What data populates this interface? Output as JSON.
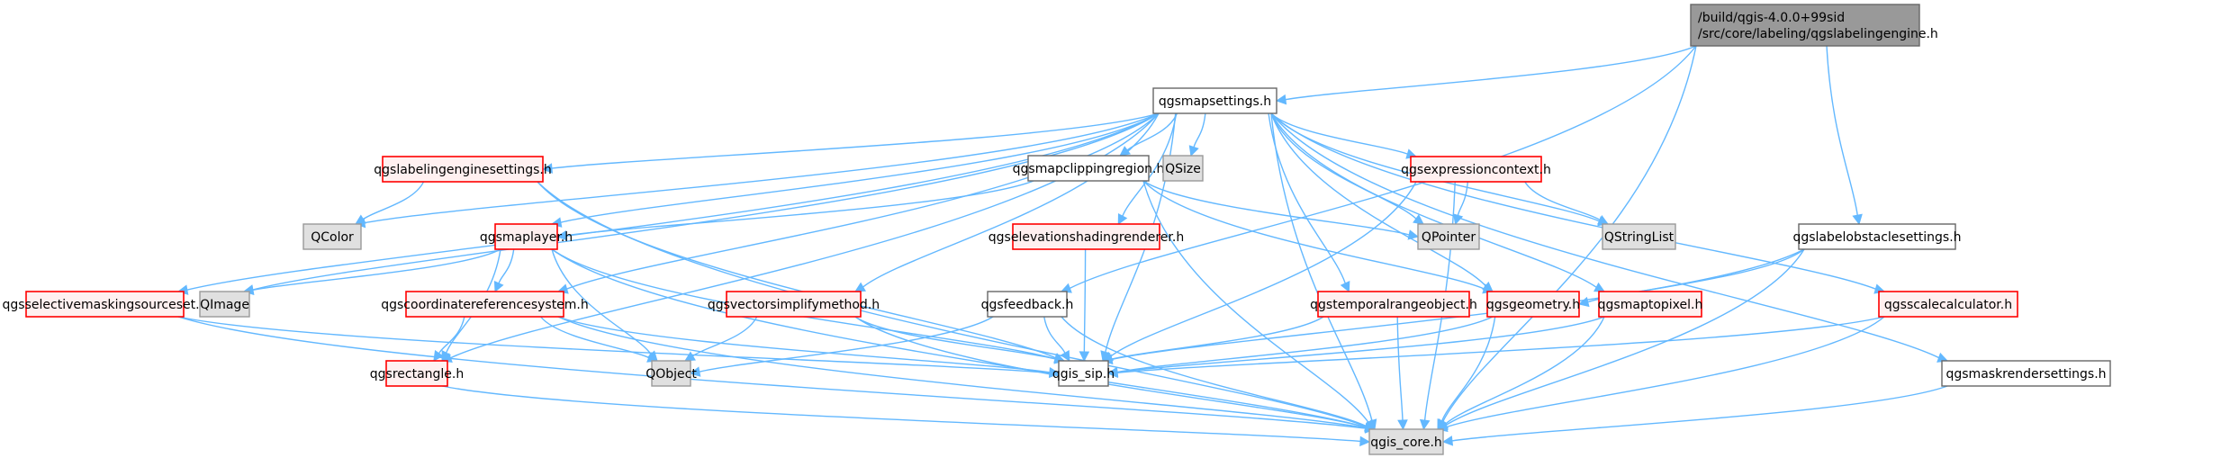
{
  "title": "Include dependency graph for qgslabelingengine.h",
  "styles": {
    "root": {
      "fill": "#999999",
      "stroke": "#666666"
    },
    "plain": {
      "fill": "#ffffff",
      "stroke": "#666666"
    },
    "external": {
      "fill": "#e0e0e0",
      "stroke": "#999999"
    },
    "missing": {
      "fill": "#fff0f0",
      "stroke": "#ff0000"
    },
    "edge_color": "#63b8ff"
  },
  "nodes": [
    {
      "id": "root",
      "label": [
        "/build/qgis-4.0.0+99sid",
        "/src/core/labeling/qgslabelingengine.h"
      ],
      "kind": "root"
    },
    {
      "id": "qgsmapsettings",
      "label": [
        "qgsmapsettings.h"
      ],
      "kind": "plain"
    },
    {
      "id": "qgslabelingenginesettings",
      "label": [
        "qgslabelingenginesettings.h"
      ],
      "kind": "missing"
    },
    {
      "id": "qgsmapclippingregion",
      "label": [
        "qgsmapclippingregion.h"
      ],
      "kind": "plain"
    },
    {
      "id": "QSize",
      "label": [
        "QSize"
      ],
      "kind": "external"
    },
    {
      "id": "qgsexpressioncontext",
      "label": [
        "qgsexpressioncontext.h"
      ],
      "kind": "missing"
    },
    {
      "id": "QColor",
      "label": [
        "QColor"
      ],
      "kind": "external"
    },
    {
      "id": "QPointer",
      "label": [
        "QPointer"
      ],
      "kind": "external"
    },
    {
      "id": "QStringList",
      "label": [
        "QStringList"
      ],
      "kind": "external"
    },
    {
      "id": "qgsmaplayer",
      "label": [
        "qgsmaplayer.h"
      ],
      "kind": "missing"
    },
    {
      "id": "qgselevationshadingrenderer",
      "label": [
        "qgselevationshadingrenderer.h"
      ],
      "kind": "missing"
    },
    {
      "id": "qgslabelobstaclesettings",
      "label": [
        "qgslabelobstaclesettings.h"
      ],
      "kind": "plain"
    },
    {
      "id": "qgsselectivemaskingsourceset",
      "label": [
        "qgsselectivemaskingsourceset.h"
      ],
      "kind": "missing"
    },
    {
      "id": "QImage",
      "label": [
        "QImage"
      ],
      "kind": "external"
    },
    {
      "id": "qgscoordinatereferencesystem",
      "label": [
        "qgscoordinatereferencesystem.h"
      ],
      "kind": "missing"
    },
    {
      "id": "qgsvectorsimplifymethod",
      "label": [
        "qgsvectorsimplifymethod.h"
      ],
      "kind": "missing"
    },
    {
      "id": "qgsfeedback",
      "label": [
        "qgsfeedback.h"
      ],
      "kind": "plain"
    },
    {
      "id": "qgstemporalrangeobject",
      "label": [
        "qgstemporalrangeobject.h"
      ],
      "kind": "missing"
    },
    {
      "id": "qgsgeometry",
      "label": [
        "qgsgeometry.h"
      ],
      "kind": "missing"
    },
    {
      "id": "qgsmaptopixel",
      "label": [
        "qgsmaptopixel.h"
      ],
      "kind": "missing"
    },
    {
      "id": "qgsscalecalculator",
      "label": [
        "qgsscalecalculator.h"
      ],
      "kind": "missing"
    },
    {
      "id": "qgsrectangle",
      "label": [
        "qgsrectangle.h"
      ],
      "kind": "missing"
    },
    {
      "id": "QObject",
      "label": [
        "QObject"
      ],
      "kind": "external"
    },
    {
      "id": "qgis_sip",
      "label": [
        "qgis_sip.h"
      ],
      "kind": "plain"
    },
    {
      "id": "qgsmaskrendersettings",
      "label": [
        "qgsmaskrendersettings.h"
      ],
      "kind": "plain"
    },
    {
      "id": "qgis_core",
      "label": [
        "qgis_core.h"
      ],
      "kind": "external"
    }
  ],
  "edges": [
    [
      "root",
      "qgsmapsettings"
    ],
    [
      "root",
      "qgsfeedback"
    ],
    [
      "root",
      "qgslabelobstaclesettings"
    ],
    [
      "root",
      "qgis_core"
    ],
    [
      "qgsmapsettings",
      "qgslabelingenginesettings"
    ],
    [
      "qgsmapsettings",
      "qgsmapclippingregion"
    ],
    [
      "qgsmapsettings",
      "QSize"
    ],
    [
      "qgsmapsettings",
      "qgsexpressioncontext"
    ],
    [
      "qgsmapsettings",
      "QColor"
    ],
    [
      "qgsmapsettings",
      "QPointer"
    ],
    [
      "qgsmapsettings",
      "QStringList"
    ],
    [
      "qgsmapsettings",
      "qgsmaplayer"
    ],
    [
      "qgsmapsettings",
      "qgselevationshadingrenderer"
    ],
    [
      "qgsmapsettings",
      "qgsselectivemaskingsourceset"
    ],
    [
      "qgsmapsettings",
      "QImage"
    ],
    [
      "qgsmapsettings",
      "qgscoordinatereferencesystem"
    ],
    [
      "qgsmapsettings",
      "qgsvectorsimplifymethod"
    ],
    [
      "qgsmapsettings",
      "qgstemporalrangeobject"
    ],
    [
      "qgsmapsettings",
      "qgsgeometry"
    ],
    [
      "qgsmapsettings",
      "qgsmaptopixel"
    ],
    [
      "qgsmapsettings",
      "qgsscalecalculator"
    ],
    [
      "qgsmapsettings",
      "qgsrectangle"
    ],
    [
      "qgsmapsettings",
      "qgis_sip"
    ],
    [
      "qgsmapsettings",
      "qgsmaskrendersettings"
    ],
    [
      "qgsmapsettings",
      "qgis_core"
    ],
    [
      "qgslabelingenginesettings",
      "QColor"
    ],
    [
      "qgslabelingenginesettings",
      "qgis_sip"
    ],
    [
      "qgslabelingenginesettings",
      "qgis_core"
    ],
    [
      "qgsmapclippingregion",
      "qgsmaplayer"
    ],
    [
      "qgsmapclippingregion",
      "QPointer"
    ],
    [
      "qgsmapclippingregion",
      "qgsgeometry"
    ],
    [
      "qgsmapclippingregion",
      "qgis_core"
    ],
    [
      "qgsexpressioncontext",
      "QPointer"
    ],
    [
      "qgsexpressioncontext",
      "QStringList"
    ],
    [
      "qgsexpressioncontext",
      "qgis_sip"
    ],
    [
      "qgsexpressioncontext",
      "qgis_core"
    ],
    [
      "qgsmaplayer",
      "QImage"
    ],
    [
      "qgsmaplayer",
      "qgscoordinatereferencesystem"
    ],
    [
      "qgsmaplayer",
      "qgsrectangle"
    ],
    [
      "qgsmaplayer",
      "QObject"
    ],
    [
      "qgsmaplayer",
      "qgis_sip"
    ],
    [
      "qgsmaplayer",
      "qgis_core"
    ],
    [
      "qgselevationshadingrenderer",
      "qgis_sip"
    ],
    [
      "qgslabelobstaclesettings",
      "qgsgeometry"
    ],
    [
      "qgslabelobstaclesettings",
      "qgis_sip"
    ],
    [
      "qgslabelobstaclesettings",
      "qgis_core"
    ],
    [
      "qgsselectivemaskingsourceset",
      "qgis_sip"
    ],
    [
      "qgsselectivemaskingsourceset",
      "qgis_core"
    ],
    [
      "qgscoordinatereferencesystem",
      "qgsrectangle"
    ],
    [
      "qgscoordinatereferencesystem",
      "QObject"
    ],
    [
      "qgscoordinatereferencesystem",
      "qgis_sip"
    ],
    [
      "qgscoordinatereferencesystem",
      "qgis_core"
    ],
    [
      "qgsvectorsimplifymethod",
      "QObject"
    ],
    [
      "qgsvectorsimplifymethod",
      "qgis_sip"
    ],
    [
      "qgsvectorsimplifymethod",
      "qgis_core"
    ],
    [
      "qgsfeedback",
      "QObject"
    ],
    [
      "qgsfeedback",
      "qgis_sip"
    ],
    [
      "qgsfeedback",
      "qgis_core"
    ],
    [
      "qgstemporalrangeobject",
      "qgis_sip"
    ],
    [
      "qgstemporalrangeobject",
      "qgis_core"
    ],
    [
      "qgsgeometry",
      "qgis_sip"
    ],
    [
      "qgsgeometry",
      "qgis_core"
    ],
    [
      "qgsmaptopixel",
      "qgis_sip"
    ],
    [
      "qgsmaptopixel",
      "qgis_core"
    ],
    [
      "qgsscalecalculator",
      "qgis_sip"
    ],
    [
      "qgsscalecalculator",
      "qgis_core"
    ],
    [
      "qgsrectangle",
      "qgis_core"
    ],
    [
      "qgsmaskrendersettings",
      "qgis_core"
    ]
  ]
}
